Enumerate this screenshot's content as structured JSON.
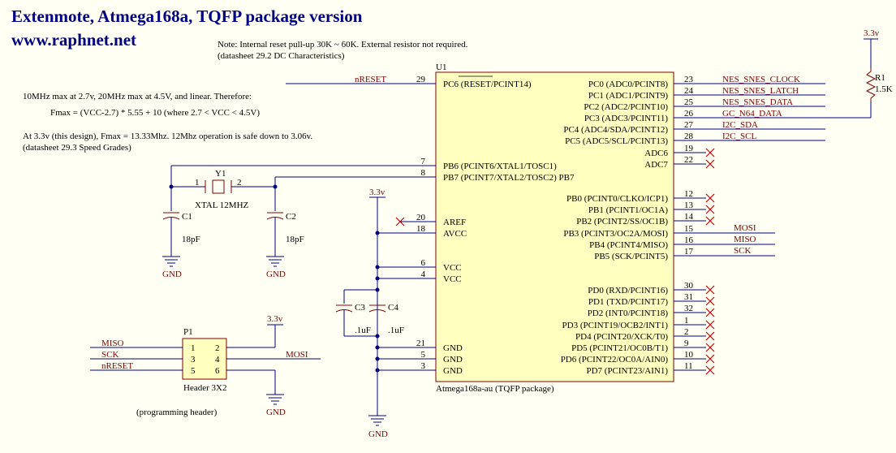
{
  "title": {
    "line1": "Extenmote, Atmega168a, TQFP package version",
    "line2": "www.raphnet.net"
  },
  "notes": {
    "reset_line1": "Note: Internal reset pull-up 30K ~ 60K. External resistor not required.",
    "reset_line2": "(datasheet 29.2 DC Characteristics)",
    "freq_line1": "10MHz max at 2.7v, 20MHz max at 4.5V, and linear.  Therefore:",
    "freq_formula": "Fmax = (VCC-2.7) * 5.55 + 10     (where 2.7 < VCC < 4.5V)",
    "freq_line3": "At 3.3v (this design), Fmax = 13.33Mhz.   12Mhz operation is safe down to 3.06v.",
    "freq_line4": "(datasheet 29.3 Speed Grades)"
  },
  "u1": {
    "ref": "U1",
    "value": "Atmega168a-au (TQFP package)",
    "left_pins": [
      {
        "num": "29",
        "name": "PC6 (RESET/PCINT14)"
      },
      {
        "num": "7",
        "name": "PB6 (PCINT6/XTAL1/TOSC1)"
      },
      {
        "num": "8",
        "name": "PB7 (PCINT7/XTAL2/TOSC2) PB7"
      },
      {
        "num": "20",
        "name": "AREF"
      },
      {
        "num": "18",
        "name": "AVCC"
      },
      {
        "num": "6",
        "name": "VCC"
      },
      {
        "num": "4",
        "name": "VCC"
      },
      {
        "num": "21",
        "name": "GND"
      },
      {
        "num": "5",
        "name": "GND"
      },
      {
        "num": "3",
        "name": "GND"
      }
    ],
    "right_pins": [
      {
        "num": "23",
        "name": "PC0 (ADC0/PCINT8)"
      },
      {
        "num": "24",
        "name": "PC1 (ADC1/PCINT9)"
      },
      {
        "num": "25",
        "name": "PC2 (ADC2/PCINT10)"
      },
      {
        "num": "26",
        "name": "PC3 (ADC3/PCINT11)"
      },
      {
        "num": "27",
        "name": "PC4 (ADC4/SDA/PCINT12)"
      },
      {
        "num": "28",
        "name": "PC5 (ADC5/SCL/PCINT13)"
      },
      {
        "num": "19",
        "name": "ADC6"
      },
      {
        "num": "22",
        "name": "ADC7"
      },
      {
        "num": "12",
        "name": "PB0 (PCINT0/CLKO/ICP1)"
      },
      {
        "num": "13",
        "name": "PB1 (PCINT1/OC1A)"
      },
      {
        "num": "14",
        "name": "PB2 (PCINT2/SS/OC1B)"
      },
      {
        "num": "15",
        "name": "PB3 (PCINT3/OC2A/MOSI)"
      },
      {
        "num": "16",
        "name": "PB4 (PCINT4/MISO)"
      },
      {
        "num": "17",
        "name": "PB5 (SCK/PCINT5)"
      },
      {
        "num": "30",
        "name": "PD0 (RXD/PCINT16)"
      },
      {
        "num": "31",
        "name": "PD1 (TXD/PCINT17)"
      },
      {
        "num": "32",
        "name": "PD2 (INT0/PCINT18)"
      },
      {
        "num": "1",
        "name": "PD3 (PCINT19/OCB2/INT1)"
      },
      {
        "num": "2",
        "name": "PD4 (PCINT20/XCK/T0)"
      },
      {
        "num": "9",
        "name": "PD5 (PCINT21/OC0B/T1)"
      },
      {
        "num": "10",
        "name": "PD6 (PCINT22/OC0A/AIN0)"
      },
      {
        "num": "11",
        "name": "PD7 (PCINT23/AIN1)"
      }
    ]
  },
  "nets": {
    "nreset": "nRESET",
    "nes_clock": "NES_SNES_CLOCK",
    "nes_latch": "NES_SNES_LATCH",
    "nes_data": "NES_SNES_DATA",
    "gc_data": "GC_N64_DATA",
    "i2c_sda": "I2C_SDA",
    "i2c_scl": "I2C_SCL",
    "mosi": "MOSI",
    "miso": "MISO",
    "sck": "SCK"
  },
  "power": {
    "v33": "3.3v",
    "gnd": "GND"
  },
  "parts": {
    "y1_ref": "Y1",
    "y1_value": "XTAL 12MHZ",
    "y1_pin1": "1",
    "y1_pin2": "2",
    "c1_ref": "C1",
    "c1_value": "18pF",
    "c2_ref": "C2",
    "c2_value": "18pF",
    "c3_ref": "C3",
    "c3_value": ".1uF",
    "c4_ref": "C4",
    "c4_value": ".1uF",
    "r1_ref": "R1",
    "r1_value": "1.5K"
  },
  "header": {
    "ref": "P1",
    "value": "Header 3X2",
    "note": "(programming header)",
    "pins": [
      "1",
      "2",
      "3",
      "4",
      "5",
      "6"
    ],
    "left_nets": [
      "MISO",
      "SCK",
      "nRESET"
    ],
    "right_net": "MOSI"
  },
  "colors": {
    "wire": "#000080",
    "component": "#800000",
    "background": "#fffff4",
    "chip_fill": "#ffffc0"
  }
}
